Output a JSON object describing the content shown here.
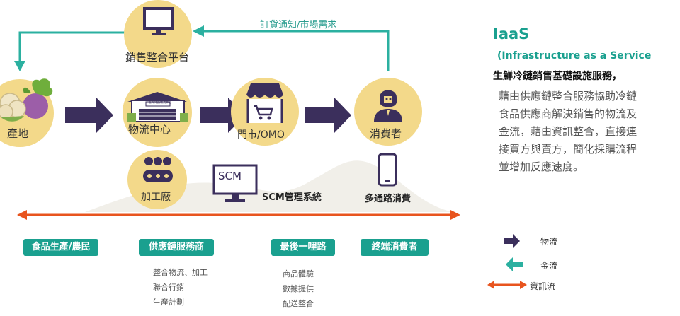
{
  "diagram": {
    "feedback_label": "訂貨通知/市場需求",
    "nodes": {
      "sales_platform": "銷售整合平台",
      "origin": "產地",
      "logistics_center": "物流中心",
      "store": "門市/OMO",
      "consumer": "消費者",
      "processing_plant": "加工廠",
      "scm_icon_text": "SCM",
      "scm_system": "SCM管理系統",
      "multichannel": "多通路消費",
      "building_sign": "台灣冷鏈物流中心"
    },
    "stages": [
      {
        "label": "食品生產/農民",
        "items": []
      },
      {
        "label": "供應鏈服務商",
        "items": [
          "整合物流、加工",
          "聯合行銷",
          "生產計劃"
        ]
      },
      {
        "label": "最後一哩路",
        "items": [
          "商品體驗",
          "數據提供",
          "配送整合"
        ]
      },
      {
        "label": "終端消費者",
        "items": []
      }
    ]
  },
  "iaas": {
    "title": "IaaS",
    "subtitle": "(Infrastructure as a Service",
    "heading": "生鮮冷鏈銷售基礎設施服務，",
    "body_lines": [
      "藉由供應鏈整合服務協助冷鏈",
      "食品供應商解決銷售的物流及",
      "金流，藉由資訊整合，直接連",
      "接買方與賣方，簡化採購流程",
      "並增加反應速度。"
    ]
  },
  "legend": {
    "logistics": "物流",
    "cashflow": "金流",
    "infoflow": "資訊流"
  },
  "colors": {
    "teal": "#1aa08f",
    "navy": "#3b2f5c",
    "orange": "#e8541e",
    "circle_fill": "#f3d98a"
  }
}
